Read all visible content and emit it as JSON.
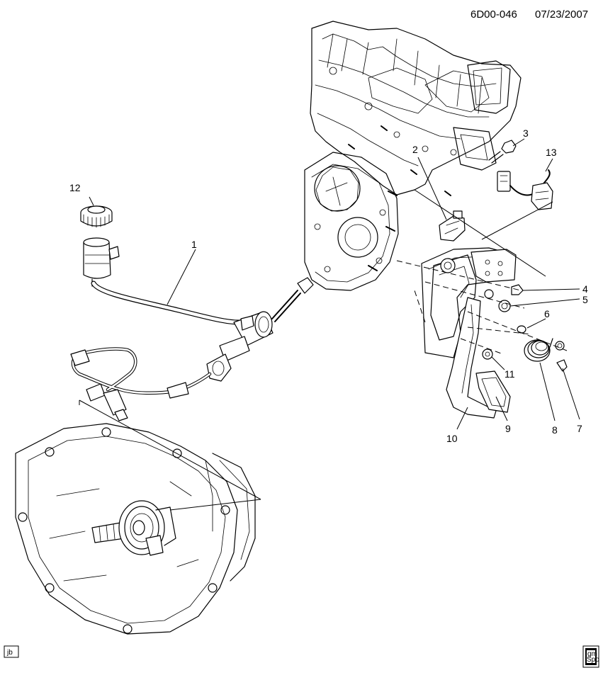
{
  "header": {
    "diagram_code": "6D00-046",
    "date": "07/23/2007"
  },
  "callouts": [
    {
      "id": "1",
      "label": "1"
    },
    {
      "id": "2",
      "label": "2"
    },
    {
      "id": "3",
      "label": "3"
    },
    {
      "id": "4",
      "label": "4"
    },
    {
      "id": "5",
      "label": "5"
    },
    {
      "id": "6",
      "label": "6"
    },
    {
      "id": "7",
      "label": "7"
    },
    {
      "id": "8",
      "label": "8"
    },
    {
      "id": "9",
      "label": "9"
    },
    {
      "id": "10",
      "label": "10"
    },
    {
      "id": "11",
      "label": "11"
    },
    {
      "id": "12",
      "label": "12"
    },
    {
      "id": "13",
      "label": "13"
    }
  ],
  "footer": {
    "left_tag": "jb",
    "right_stamp_line1": "gm",
    "right_stamp_line2": "Spo"
  },
  "colors": {
    "ink": "#000000",
    "paper": "#ffffff"
  }
}
